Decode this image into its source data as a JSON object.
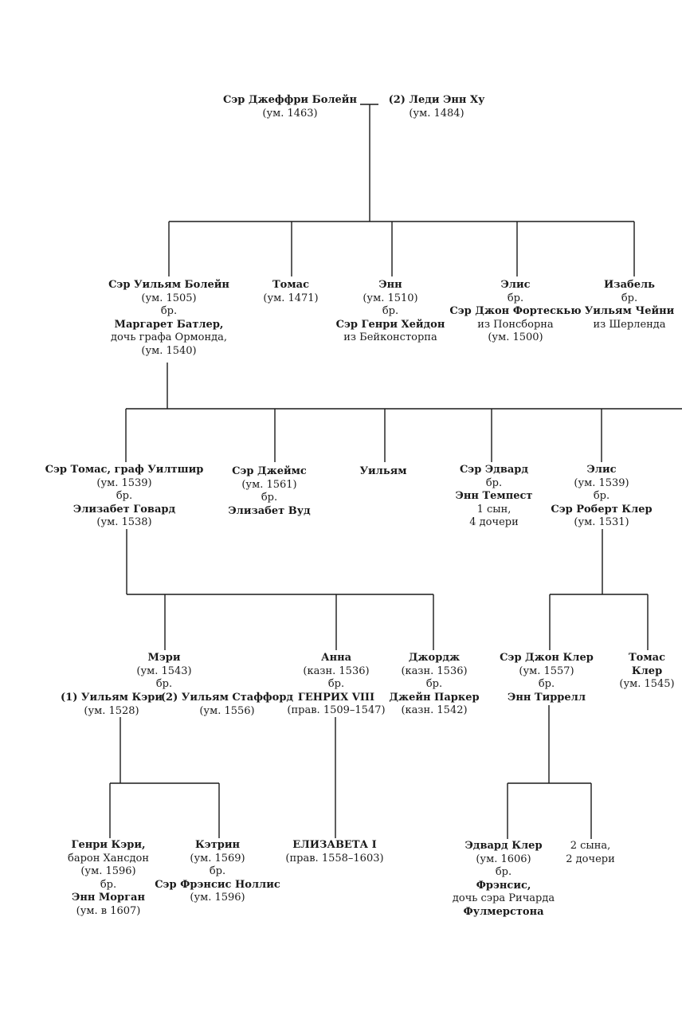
{
  "title": "Boleyn family tree",
  "generations": [
    {
      "level": 0,
      "nodes": [
        {
          "id": "geoffrey",
          "lines": [
            {
              "t": "Сэр Джеффри Болейн",
              "b": true
            },
            {
              "t": "(ум. 1463)"
            }
          ]
        },
        {
          "id": "anne-hoo",
          "lines": [
            {
              "t": "(2) Леди Энн Ху",
              "b": true
            },
            {
              "t": "(ум. 1484)"
            }
          ]
        }
      ]
    },
    {
      "level": 1,
      "nodes": [
        {
          "id": "william-boleyn",
          "lines": [
            {
              "t": "Сэр Уильям Болейн",
              "b": true
            },
            {
              "t": "(ум. 1505)"
            },
            {
              "t": "бр."
            },
            {
              "t": "Маргарет Батлер,",
              "b": true
            },
            {
              "t": "дочь графа Ормонда,"
            },
            {
              "t": "(ум. 1540)"
            }
          ]
        },
        {
          "id": "thomas-1471",
          "lines": [
            {
              "t": "Томас",
              "b": true
            },
            {
              "t": "(ум. 1471)"
            }
          ]
        },
        {
          "id": "anne-1510",
          "lines": [
            {
              "t": "Энн",
              "b": true
            },
            {
              "t": "(ум. 1510)"
            },
            {
              "t": "бр."
            },
            {
              "t": "Сэр Генри Хейдон",
              "b": true
            },
            {
              "t": "из Бейконсторпа"
            }
          ]
        },
        {
          "id": "alice-fortescue",
          "lines": [
            {
              "t": "Элис",
              "b": true
            },
            {
              "t": "бр."
            },
            {
              "t": "Сэр Джон Фортескью",
              "b": true
            },
            {
              "t": "из Понсборна"
            },
            {
              "t": "(ум. 1500)"
            }
          ]
        },
        {
          "id": "isabel",
          "lines": [
            {
              "t": "Изабель",
              "b": true
            },
            {
              "t": "бр."
            },
            {
              "t": "Уильям Чейни",
              "b": true
            },
            {
              "t": "из Шерленда"
            }
          ]
        }
      ]
    },
    {
      "level": 2,
      "nodes": [
        {
          "id": "thomas-wiltshire",
          "lines": [
            {
              "t": "Сэр Томас, граф Уилтшир",
              "b": true
            },
            {
              "t": "(ум. 1539)"
            },
            {
              "t": "бр."
            },
            {
              "t": "Элизабет Говард",
              "b": true
            },
            {
              "t": "(ум. 1538)"
            }
          ]
        },
        {
          "id": "james",
          "lines": [
            {
              "t": "Сэр Джеймс",
              "b": true
            },
            {
              "t": "(ум. 1561)"
            },
            {
              "t": "бр."
            },
            {
              "t": "Элизабет Вуд",
              "b": true
            }
          ]
        },
        {
          "id": "william",
          "lines": [
            {
              "t": "Уильям",
              "b": true
            }
          ]
        },
        {
          "id": "edward",
          "lines": [
            {
              "t": "Сэр Эдвард",
              "b": true
            },
            {
              "t": "бр."
            },
            {
              "t": "Энн Темпест",
              "b": true
            },
            {
              "t": "1 сын,"
            },
            {
              "t": "4 дочери"
            }
          ]
        },
        {
          "id": "alice-clere",
          "lines": [
            {
              "t": "Элис",
              "b": true
            },
            {
              "t": "(ум. 1539)"
            },
            {
              "t": "бр."
            },
            {
              "t": "Сэр Роберт Клер",
              "b": true
            },
            {
              "t": "(ум. 1531)"
            }
          ]
        }
      ]
    },
    {
      "level": 3,
      "nodes": [
        {
          "id": "mary",
          "lines": [
            {
              "t": "Мэри",
              "b": true
            },
            {
              "t": "(ум. 1543)"
            },
            {
              "t": "бр."
            }
          ]
        },
        {
          "id": "william-carey",
          "lines": [
            {
              "t": "(1) Уильям Кэри",
              "b": true
            },
            {
              "t": "(ум. 1528)"
            }
          ]
        },
        {
          "id": "william-stafford",
          "lines": [
            {
              "t": "(2) Уильям Стаффорд",
              "b": true
            },
            {
              "t": "(ум. 1556)"
            }
          ]
        },
        {
          "id": "anne-boleyn",
          "lines": [
            {
              "t": "Анна",
              "b": true
            },
            {
              "t": "(казн. 1536)"
            },
            {
              "t": "бр."
            },
            {
              "t": "ГЕНРИХ VIII",
              "b": true
            },
            {
              "t": "(прав. 1509–1547)"
            }
          ]
        },
        {
          "id": "george",
          "lines": [
            {
              "t": "Джордж",
              "b": true
            },
            {
              "t": "(казн. 1536)"
            },
            {
              "t": "бр."
            },
            {
              "t": "Джейн Паркер",
              "b": true
            },
            {
              "t": "(казн. 1542)"
            }
          ]
        },
        {
          "id": "john-clere",
          "lines": [
            {
              "t": "Сэр Джон Клер",
              "b": true
            },
            {
              "t": "(ум. 1557)"
            },
            {
              "t": "бр."
            },
            {
              "t": "Энн Тиррелл",
              "b": true
            }
          ]
        },
        {
          "id": "thomas-clere",
          "lines": [
            {
              "t": "Томас",
              "b": true
            },
            {
              "t": "Клер",
              "b": true
            },
            {
              "t": "(ум. 1545)"
            }
          ]
        }
      ]
    },
    {
      "level": 4,
      "nodes": [
        {
          "id": "henry-carey",
          "lines": [
            {
              "t": "Генри Кэри,",
              "b": true
            },
            {
              "t": "барон Хансдон"
            },
            {
              "t": "(ум. 1596)"
            },
            {
              "t": "бр."
            },
            {
              "t": "Энн Морган",
              "b": true
            },
            {
              "t": "(ум. в 1607)"
            }
          ]
        },
        {
          "id": "catherine",
          "lines": [
            {
              "t": "Кэтрин",
              "b": true
            },
            {
              "t": "(ум. 1569)"
            },
            {
              "t": "бр."
            },
            {
              "t": "Сэр Фрэнсис Ноллис",
              "b": true
            },
            {
              "t": "(ум. 1596)"
            }
          ]
        },
        {
          "id": "elizabeth-i",
          "lines": [
            {
              "t": "ЕЛИЗАВЕТА I",
              "b": true
            },
            {
              "t": "(прав. 1558–1603)"
            }
          ]
        },
        {
          "id": "edward-clere",
          "lines": [
            {
              "t": "Эдвард Клер",
              "b": true
            },
            {
              "t": "(ум. 1606)"
            },
            {
              "t": "бр."
            },
            {
              "t": "Фрэнсис,",
              "b": true
            },
            {
              "t": "дочь сэра Ричарда"
            },
            {
              "t": "Фулмерстона",
              "b": true
            }
          ]
        },
        {
          "id": "clere-others",
          "lines": [
            {
              "t": "2 сына,"
            },
            {
              "t": "2 дочери"
            }
          ]
        }
      ]
    }
  ]
}
